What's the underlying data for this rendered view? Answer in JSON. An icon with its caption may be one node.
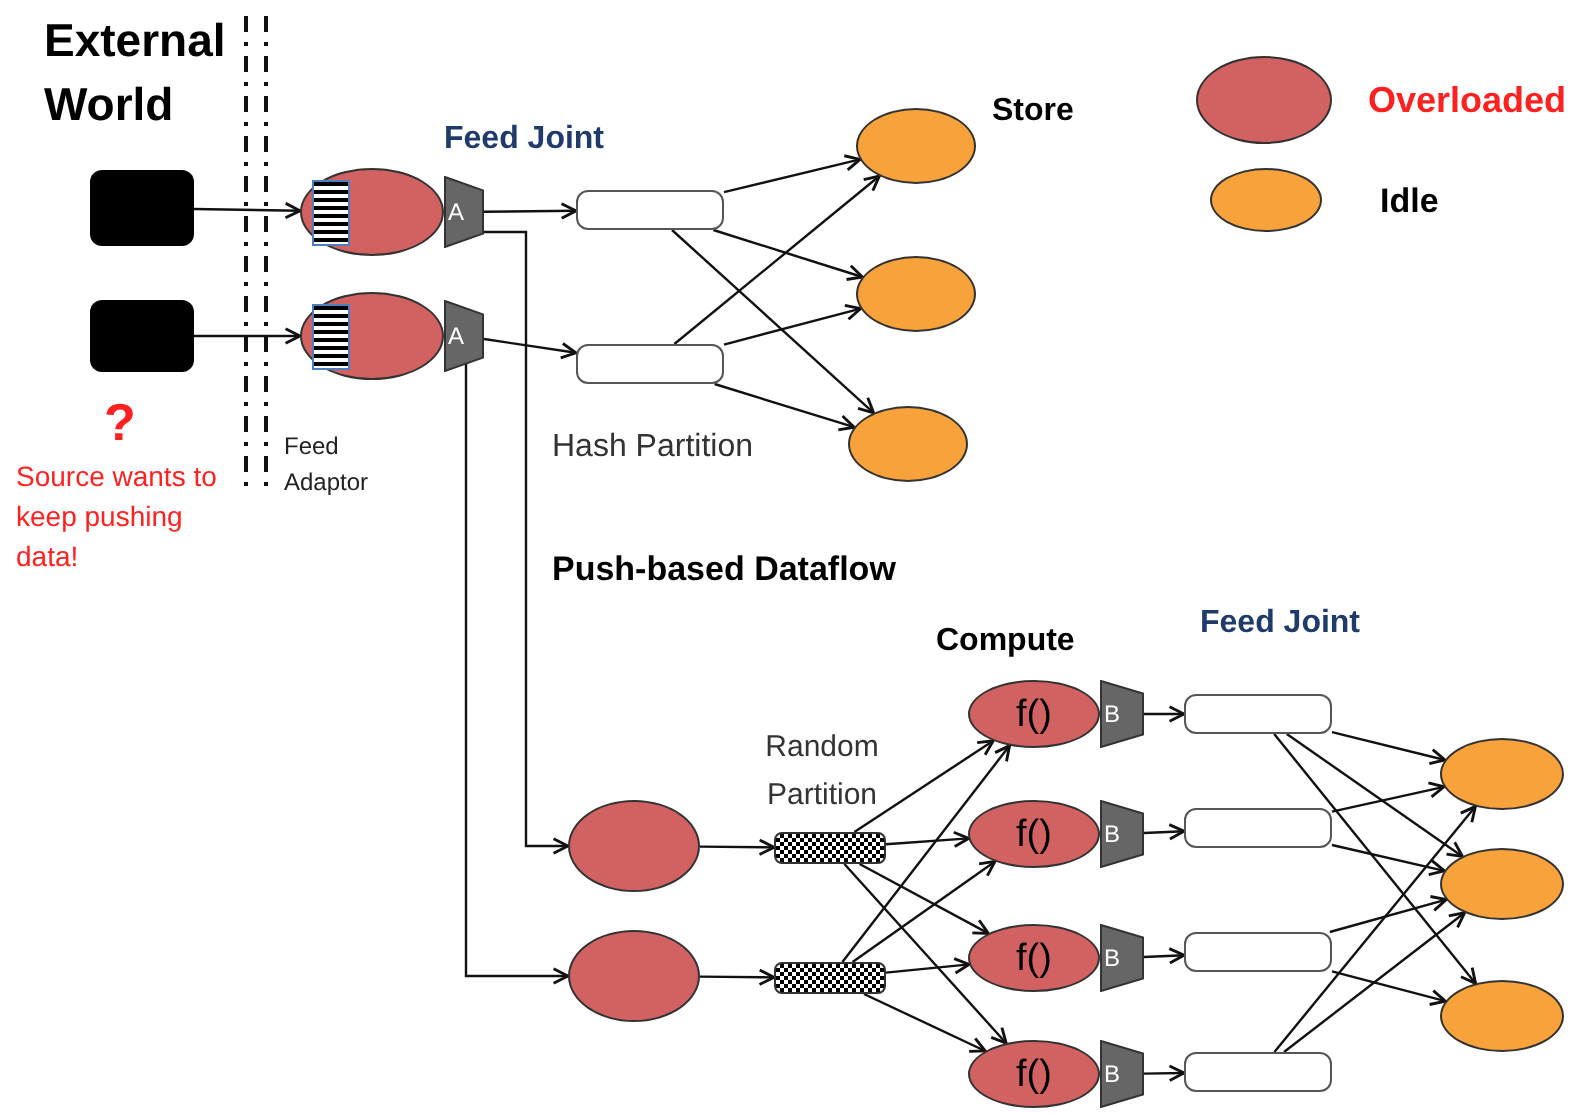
{
  "diagram": {
    "nodes": [
      {
        "text": [],
        "shape": "box"
      },
      {
        "text": [],
        "shape": "box"
      },
      {
        "text": [],
        "shape": "ellipse"
      },
      {
        "text": [],
        "shape": "ellipse"
      },
      {
        "text": [
          "A"
        ]
      },
      {
        "text": [
          "A"
        ]
      },
      {
        "text": [],
        "shape": "box"
      },
      {
        "text": [],
        "shape": "box"
      },
      {
        "text": [],
        "shape": "ellipse"
      },
      {
        "text": [],
        "shape": "ellipse"
      },
      {
        "text": [],
        "shape": "ellipse"
      },
      {
        "text": [],
        "shape": "ellipse"
      },
      {
        "text": [],
        "shape": "ellipse"
      },
      {
        "text": [],
        "shape": "bar"
      },
      {
        "text": [],
        "shape": "bar"
      },
      {
        "text": [
          "f()"
        ]
      },
      {
        "text": [
          "f()"
        ]
      },
      {
        "text": [
          "f()"
        ]
      },
      {
        "text": [
          "f()"
        ]
      },
      {
        "text": [
          "B"
        ]
      },
      {
        "text": [
          "B"
        ]
      },
      {
        "text": [
          "B"
        ]
      },
      {
        "text": [
          "B"
        ]
      },
      {
        "text": [],
        "shape": "box"
      },
      {
        "text": [],
        "shape": "box"
      },
      {
        "text": [],
        "shape": "box"
      },
      {
        "text": [],
        "shape": "box"
      },
      {
        "text": [],
        "shape": "ellipse"
      },
      {
        "text": [],
        "shape": "ellipse"
      },
      {
        "text": [],
        "shape": "ellipse"
      }
    ],
    "edges": [
      {
        "from": 0,
        "to": 2,
        "arrow": "to"
      },
      {
        "from": 1,
        "to": 3,
        "arrow": "to"
      },
      {
        "from": 4,
        "to": 6,
        "arrow": "to"
      },
      {
        "from": 5,
        "to": 7,
        "arrow": "to"
      },
      {
        "from": 6,
        "to": 8,
        "arrow": "to"
      },
      {
        "from": 6,
        "to": 9,
        "arrow": "to"
      },
      {
        "from": 6,
        "to": 10,
        "arrow": "to"
      },
      {
        "from": 7,
        "to": 8,
        "arrow": "to"
      },
      {
        "from": 7,
        "to": 9,
        "arrow": "to"
      },
      {
        "from": 7,
        "to": 10,
        "arrow": "to"
      },
      {
        "from": 4,
        "to": 11,
        "arrow": "to"
      },
      {
        "from": 5,
        "to": 12,
        "arrow": "to"
      },
      {
        "from": 11,
        "to": 13,
        "arrow": "to"
      },
      {
        "from": 12,
        "to": 14,
        "arrow": "to"
      },
      {
        "from": 13,
        "to": 15,
        "arrow": "to"
      },
      {
        "from": 13,
        "to": 16,
        "arrow": "to"
      },
      {
        "from": 13,
        "to": 17,
        "arrow": "to"
      },
      {
        "from": 13,
        "to": 18,
        "arrow": "to"
      },
      {
        "from": 14,
        "to": 15,
        "arrow": "to"
      },
      {
        "from": 14,
        "to": 16,
        "arrow": "to"
      },
      {
        "from": 14,
        "to": 17,
        "arrow": "to"
      },
      {
        "from": 14,
        "to": 18,
        "arrow": "to"
      },
      {
        "from": 19,
        "to": 23,
        "arrow": "to"
      },
      {
        "from": 20,
        "to": 24,
        "arrow": "to"
      },
      {
        "from": 21,
        "to": 25,
        "arrow": "to"
      },
      {
        "from": 22,
        "to": 26,
        "arrow": "to"
      },
      {
        "from": 23,
        "to": 27,
        "arrow": "to"
      },
      {
        "from": 23,
        "to": 28,
        "arrow": "to"
      },
      {
        "from": 23,
        "to": 29,
        "arrow": "to"
      },
      {
        "from": 24,
        "to": 27,
        "arrow": "to"
      },
      {
        "from": 24,
        "to": 28,
        "arrow": "to"
      },
      {
        "from": 25,
        "to": 28,
        "arrow": "to"
      },
      {
        "from": 25,
        "to": 29,
        "arrow": "to"
      },
      {
        "from": 26,
        "to": 27,
        "arrow": "to"
      },
      {
        "from": 26,
        "to": 28,
        "arrow": "to"
      }
    ],
    "labels": [
      "External World",
      "Feed Joint",
      "Store",
      "Hash Partition",
      "?",
      "Source wants to keep pushing data!",
      "Feed Adaptor",
      "Push-based Dataflow",
      "Compute",
      "Random Partition",
      "Feed Joint"
    ],
    "legend": [
      {
        "text": "Overloaded",
        "color": "#d26262"
      },
      {
        "text": "Idle",
        "color": "#f7a23b"
      }
    ]
  }
}
